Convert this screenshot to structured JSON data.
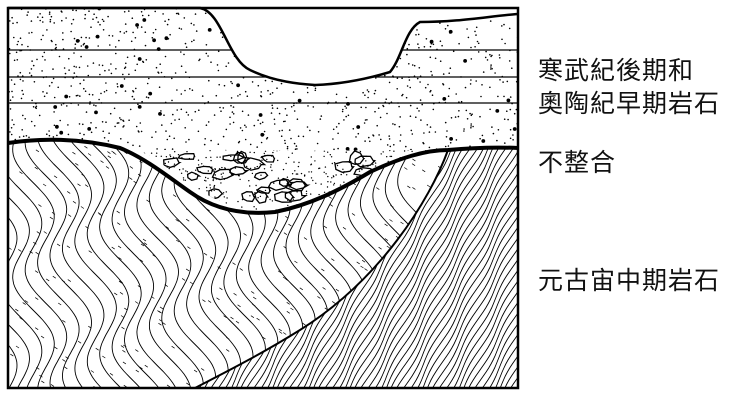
{
  "labels": {
    "upper_rocks_line1": "寒武紀後期和",
    "upper_rocks_line2": "奧陶紀早期岩石",
    "unconformity": "不整合",
    "lower_rocks": "元古宙中期岩石"
  },
  "colors": {
    "line": "#000000",
    "background": "#ffffff"
  }
}
